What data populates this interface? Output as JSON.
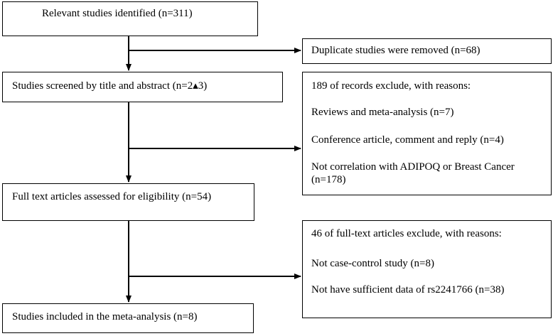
{
  "identified": "Relevant studies identified (n=311)",
  "duplicates": "Duplicate studies were removed (n=68)",
  "screened": "Studies screened by title and abstract (n=2▴3)",
  "excluded_screening": {
    "heading": "189 of records exclude, with reasons:",
    "reasons": [
      "Reviews and meta-analysis (n=7)",
      "Conference article, comment and reply (n=4)",
      "Not correlation with ADIPOQ or Breast Cancer (n=178)"
    ]
  },
  "fulltext": "Full text articles assessed for eligibility (n=54)",
  "excluded_fulltext": {
    "heading": "46 of full-text articles exclude, with reasons:",
    "reasons": [
      "Not case-control study (n=8)",
      "Not have sufficient data of rs2241766 (n=38)"
    ]
  },
  "included": "Studies included in the meta-analysis (n=8)"
}
